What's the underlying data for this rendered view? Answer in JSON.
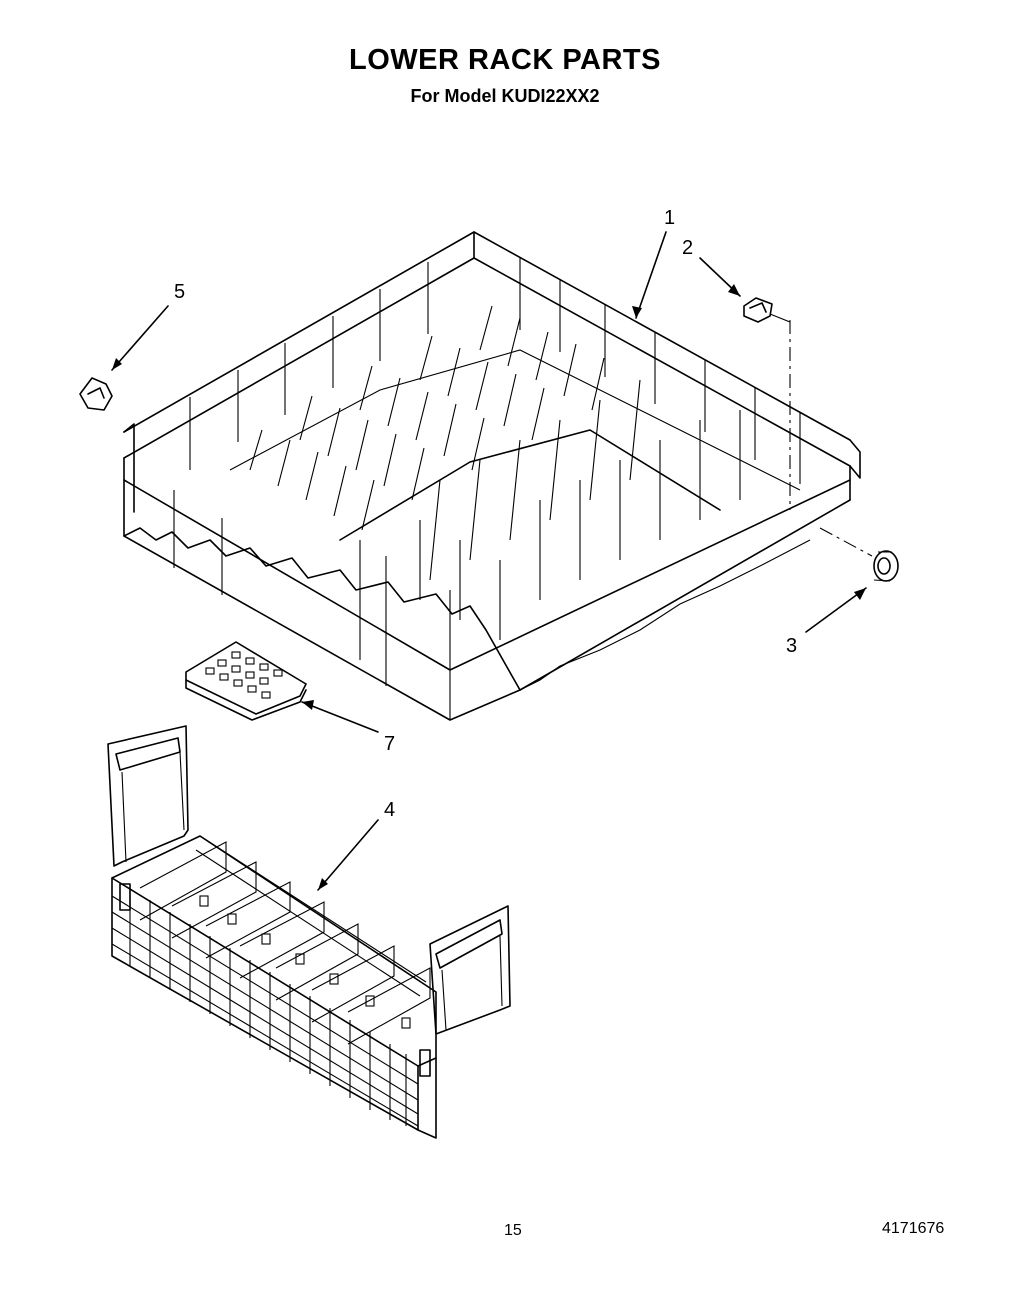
{
  "header": {
    "title": "LOWER RACK PARTS",
    "subtitle": "For Model KUDI22XX2"
  },
  "callouts": {
    "c1": "1",
    "c2": "2",
    "c3": "3",
    "c4": "4",
    "c5": "5",
    "c7": "7"
  },
  "footer": {
    "page_number": "15",
    "document_number": "4171676"
  }
}
